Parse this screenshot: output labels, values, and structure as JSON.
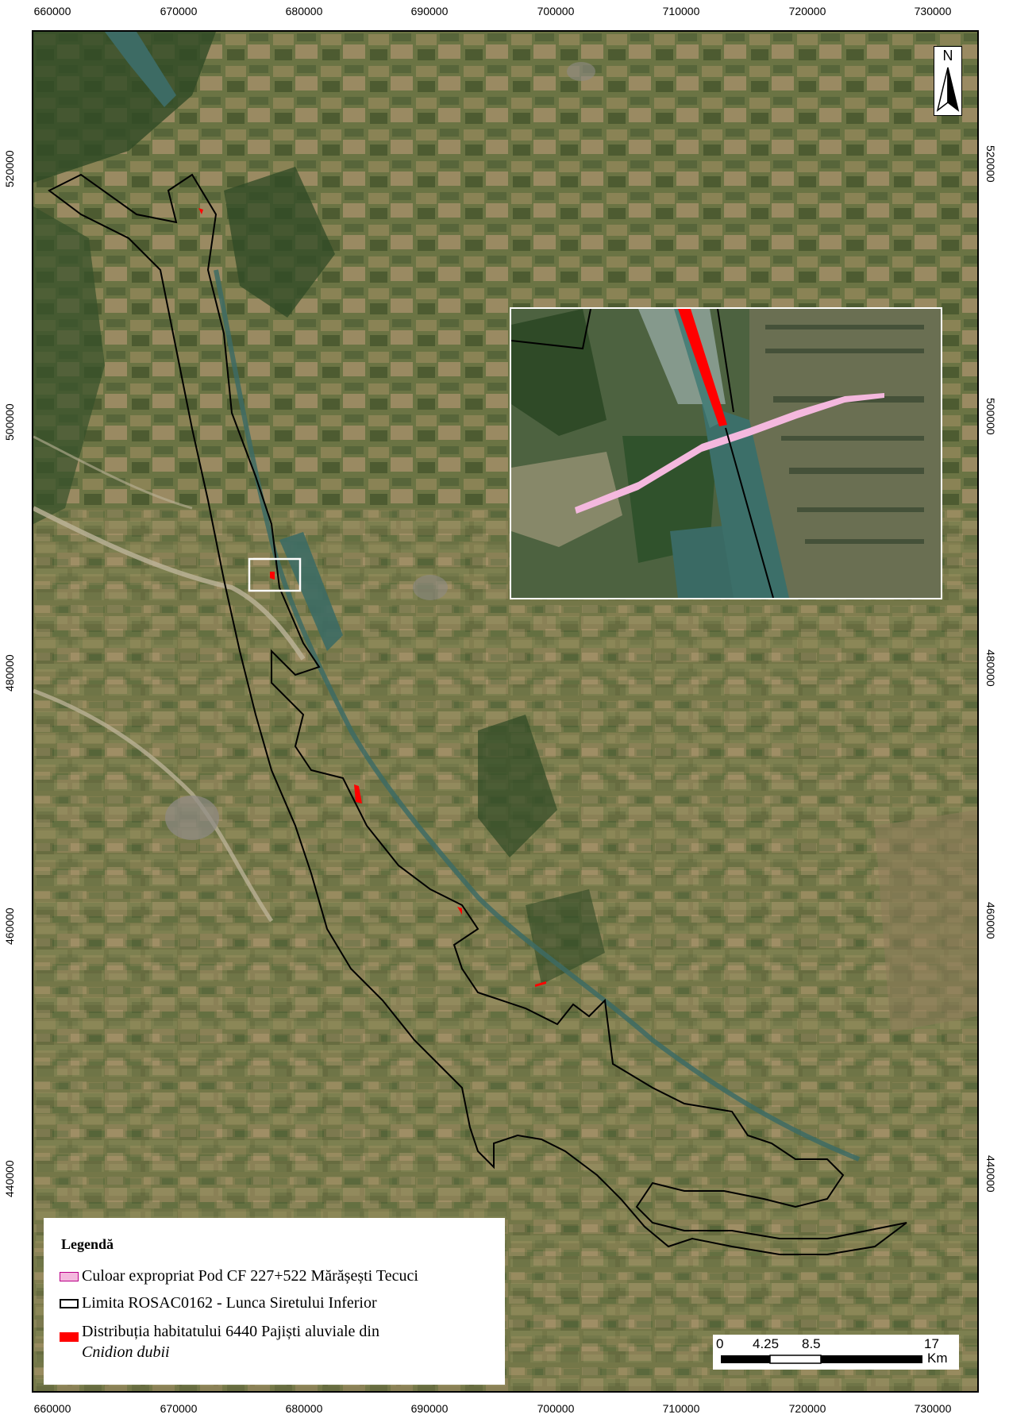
{
  "axes": {
    "x_ticks": [
      "660000",
      "670000",
      "680000",
      "690000",
      "700000",
      "710000",
      "720000",
      "730000"
    ],
    "y_ticks": [
      "520000",
      "500000",
      "480000",
      "460000",
      "440000"
    ]
  },
  "north_arrow": {
    "label": "N"
  },
  "legend": {
    "title": "Legendă",
    "items": [
      {
        "label": "Culoar expropriat Pod CF 227+522 Mărășești Tecuci",
        "color": "#f4b8de"
      },
      {
        "label": "Limita ROSAC0162 - Lunca Siretului Inferior",
        "color": "#000000"
      },
      {
        "label": "Distribuția habitatului 6440 Pajiști aluviale din",
        "label_italic": "Cnidion dubii",
        "color": "#ff0000"
      }
    ]
  },
  "scale_bar": {
    "labels": [
      "0",
      "4.25",
      "8.5",
      "17"
    ],
    "unit": "Km"
  },
  "colors": {
    "corridor": "#f4b8de",
    "habitat": "#ff0000",
    "boundary": "#000000"
  }
}
